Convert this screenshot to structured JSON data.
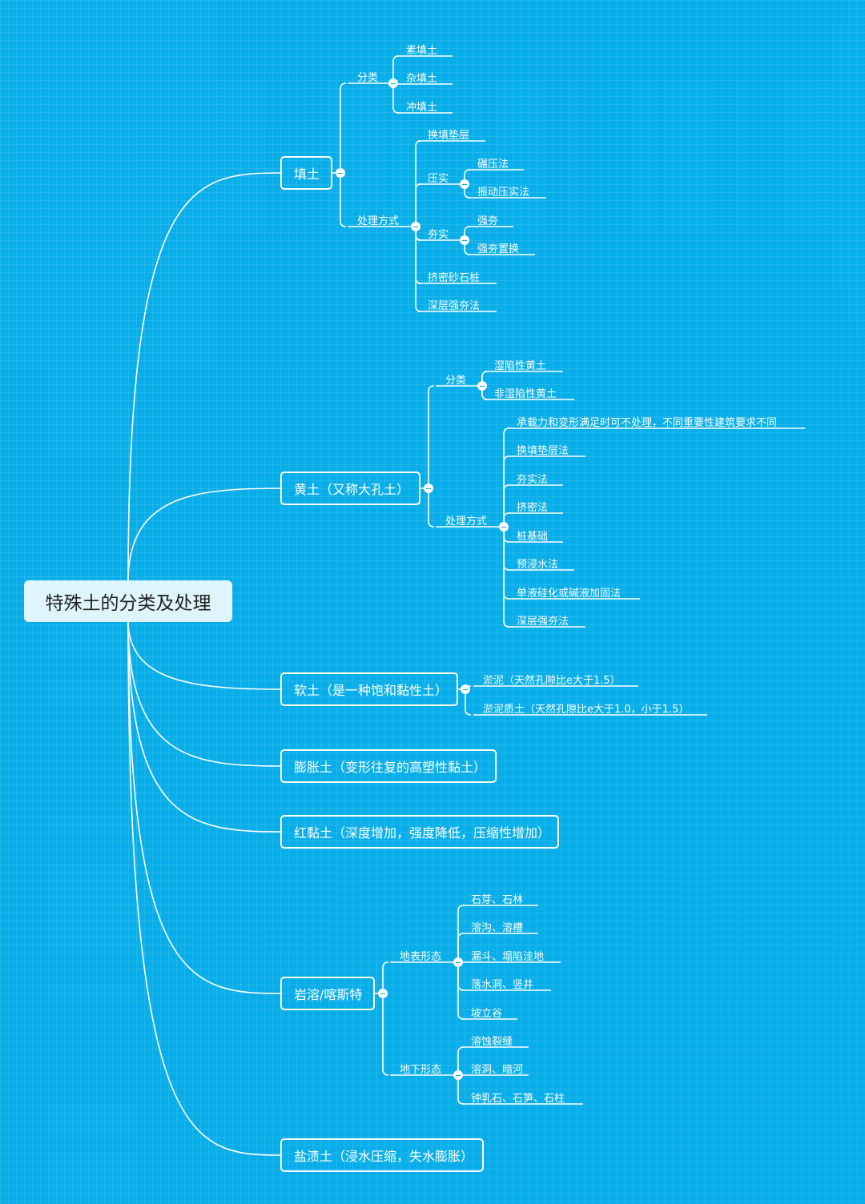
{
  "root": {
    "label": "特殊土的分类及处理"
  },
  "branches": [
    {
      "label": "填土",
      "children": [
        {
          "label": "分类",
          "children": [
            {
              "label": "素填土"
            },
            {
              "label": "杂填土"
            },
            {
              "label": "冲填土"
            }
          ]
        },
        {
          "label": "处理方式",
          "children": [
            {
              "label": "换填垫层"
            },
            {
              "label": "压实",
              "children": [
                {
                  "label": "碾压法"
                },
                {
                  "label": "振动压实法"
                }
              ]
            },
            {
              "label": "夯实",
              "children": [
                {
                  "label": "强夯"
                },
                {
                  "label": "强夯置换"
                }
              ]
            },
            {
              "label": "挤密砂石桩"
            },
            {
              "label": "深层强夯法"
            }
          ]
        }
      ]
    },
    {
      "label": "黄土（又称大孔土）",
      "children": [
        {
          "label": "分类",
          "children": [
            {
              "label": "湿陷性黄土"
            },
            {
              "label": "非湿陷性黄土"
            }
          ]
        },
        {
          "label": "处理方式",
          "children": [
            {
              "label": "承载力和变形满足时可不处理，不同重要性建筑要求不同"
            },
            {
              "label": "换填垫层法"
            },
            {
              "label": "夯实法"
            },
            {
              "label": "挤密法"
            },
            {
              "label": "桩基础"
            },
            {
              "label": "预浸水法"
            },
            {
              "label": "单液硅化或碱液加固法"
            },
            {
              "label": "深层强夯法"
            }
          ]
        }
      ]
    },
    {
      "label": "软土（是一种饱和黏性土）",
      "children": [
        {
          "label": "淤泥（天然孔隙比e大于1.5）"
        },
        {
          "label": "淤泥质土（天然孔隙比e大于1.0，小于1.5）"
        }
      ]
    },
    {
      "label": "膨胀土（变形往复的高塑性黏土）"
    },
    {
      "label": "红黏土（深度增加，强度降低，压缩性增加）"
    },
    {
      "label": "岩溶/喀斯特",
      "children": [
        {
          "label": "地表形态",
          "children": [
            {
              "label": "石芽、石林"
            },
            {
              "label": "溶沟、溶槽"
            },
            {
              "label": "漏斗、塌陷洼地"
            },
            {
              "label": "落水洞、竖井"
            },
            {
              "label": "坡立谷"
            }
          ]
        },
        {
          "label": "地下形态",
          "children": [
            {
              "label": "溶蚀裂缝"
            },
            {
              "label": "溶洞、暗河"
            },
            {
              "label": "钟乳石、石笋、石柱"
            }
          ]
        }
      ]
    },
    {
      "label": "盐渍土（浸水压缩，失水膨胀）"
    }
  ],
  "colors": {
    "background": "#08aee9",
    "line": "#ffffff",
    "root_fill": "#dff5fc"
  }
}
